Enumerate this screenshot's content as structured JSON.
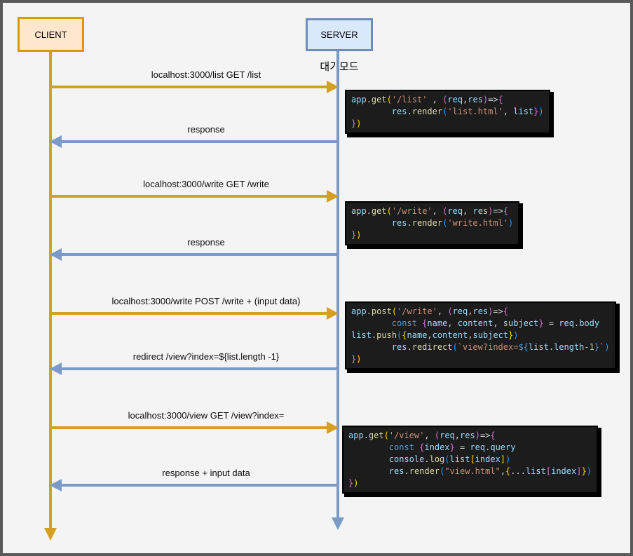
{
  "actors": {
    "client": {
      "label": "CLIENT"
    },
    "server": {
      "label": "SERVER",
      "status": "대기모드"
    }
  },
  "colors": {
    "client_fill": "#FFE6CC",
    "client_border": "#D79B00",
    "server_fill": "#DAE8FC",
    "server_border": "#6C8EBF",
    "arrow_orange": "#D5A021",
    "arrow_blue": "#7A9AC8",
    "code_background": "#1c1c1c",
    "code_variable": "#9CDCFE",
    "code_function": "#DCDCAA",
    "code_keyword": "#569CD6",
    "code_string": "#CE9178"
  },
  "messages": [
    {
      "label": "localhost:3000/list GET /list",
      "direction": "right"
    },
    {
      "label": "response",
      "direction": "left"
    },
    {
      "label": "localhost:3000/write GET /write",
      "direction": "right"
    },
    {
      "label": "response",
      "direction": "left"
    },
    {
      "label": "localhost:3000/write POST /write + (input data)",
      "direction": "right"
    },
    {
      "label": "redirect /view?index=${list.length -1}",
      "direction": "left"
    },
    {
      "label": "localhost:3000/view GET /view?index=",
      "direction": "right"
    },
    {
      "label": "response + input data",
      "direction": "left"
    }
  ],
  "code_blocks": [
    {
      "lines": [
        [
          {
            "t": "app",
            "c": "v"
          },
          {
            "t": ".",
            "c": "p"
          },
          {
            "t": "get",
            "c": "f"
          },
          {
            "t": "(",
            "c": "g"
          },
          {
            "t": "'/list'",
            "c": "s"
          },
          {
            "t": " , ",
            "c": "p"
          },
          {
            "t": "(",
            "c": "m"
          },
          {
            "t": "req",
            "c": "v"
          },
          {
            "t": ",",
            "c": "p"
          },
          {
            "t": "res",
            "c": "v"
          },
          {
            "t": ")",
            "c": "m"
          },
          {
            "t": "=>",
            "c": "p"
          },
          {
            "t": "{",
            "c": "m"
          }
        ],
        [
          {
            "t": "        ",
            "c": "p"
          },
          {
            "t": "res",
            "c": "v"
          },
          {
            "t": ".",
            "c": "p"
          },
          {
            "t": "render",
            "c": "f"
          },
          {
            "t": "(",
            "c": "u"
          },
          {
            "t": "'list.html'",
            "c": "s"
          },
          {
            "t": ", ",
            "c": "p"
          },
          {
            "t": "list",
            "c": "v"
          },
          {
            "t": "}",
            "c": "m"
          },
          {
            "t": ")",
            "c": "u"
          }
        ],
        [
          {
            "t": "}",
            "c": "m"
          },
          {
            "t": ")",
            "c": "g"
          }
        ]
      ]
    },
    {
      "lines": [
        [
          {
            "t": "app",
            "c": "v"
          },
          {
            "t": ".",
            "c": "p"
          },
          {
            "t": "get",
            "c": "f"
          },
          {
            "t": "(",
            "c": "g"
          },
          {
            "t": "'/write'",
            "c": "s"
          },
          {
            "t": ", ",
            "c": "p"
          },
          {
            "t": "(",
            "c": "m"
          },
          {
            "t": "req",
            "c": "v"
          },
          {
            "t": ", ",
            "c": "p"
          },
          {
            "t": "res",
            "c": "v"
          },
          {
            "t": ")",
            "c": "m"
          },
          {
            "t": "=>",
            "c": "p"
          },
          {
            "t": "{",
            "c": "m"
          }
        ],
        [
          {
            "t": "        ",
            "c": "p"
          },
          {
            "t": "res",
            "c": "v"
          },
          {
            "t": ".",
            "c": "p"
          },
          {
            "t": "render",
            "c": "f"
          },
          {
            "t": "(",
            "c": "u"
          },
          {
            "t": "'write.html'",
            "c": "s"
          },
          {
            "t": ")",
            "c": "u"
          }
        ],
        [
          {
            "t": "}",
            "c": "m"
          },
          {
            "t": ")",
            "c": "g"
          }
        ]
      ]
    },
    {
      "lines": [
        [
          {
            "t": "app",
            "c": "v"
          },
          {
            "t": ".",
            "c": "p"
          },
          {
            "t": "post",
            "c": "f"
          },
          {
            "t": "(",
            "c": "g"
          },
          {
            "t": "'/write'",
            "c": "s"
          },
          {
            "t": ", ",
            "c": "p"
          },
          {
            "t": "(",
            "c": "m"
          },
          {
            "t": "req",
            "c": "v"
          },
          {
            "t": ",",
            "c": "p"
          },
          {
            "t": "res",
            "c": "v"
          },
          {
            "t": ")",
            "c": "m"
          },
          {
            "t": "=>",
            "c": "p"
          },
          {
            "t": "{",
            "c": "m"
          }
        ],
        [
          {
            "t": "        ",
            "c": "p"
          },
          {
            "t": "const",
            "c": "k"
          },
          {
            "t": " ",
            "c": "p"
          },
          {
            "t": "{",
            "c": "m"
          },
          {
            "t": "name",
            "c": "v"
          },
          {
            "t": ", ",
            "c": "p"
          },
          {
            "t": "content",
            "c": "v"
          },
          {
            "t": ", ",
            "c": "p"
          },
          {
            "t": "subject",
            "c": "v"
          },
          {
            "t": "}",
            "c": "m"
          },
          {
            "t": " = ",
            "c": "p"
          },
          {
            "t": "req",
            "c": "v"
          },
          {
            "t": ".",
            "c": "p"
          },
          {
            "t": "body",
            "c": "v"
          }
        ],
        [
          {
            "t": "list",
            "c": "v"
          },
          {
            "t": ".",
            "c": "p"
          },
          {
            "t": "push",
            "c": "f"
          },
          {
            "t": "(",
            "c": "u"
          },
          {
            "t": "{",
            "c": "g"
          },
          {
            "t": "name",
            "c": "v"
          },
          {
            "t": ",",
            "c": "p"
          },
          {
            "t": "content",
            "c": "v"
          },
          {
            "t": ",",
            "c": "p"
          },
          {
            "t": "subject",
            "c": "v"
          },
          {
            "t": "}",
            "c": "g"
          },
          {
            "t": ")",
            "c": "u"
          }
        ],
        [
          {
            "t": "        ",
            "c": "p"
          },
          {
            "t": "res",
            "c": "v"
          },
          {
            "t": ".",
            "c": "p"
          },
          {
            "t": "redirect",
            "c": "f"
          },
          {
            "t": "(",
            "c": "u"
          },
          {
            "t": "`view?index=",
            "c": "s"
          },
          {
            "t": "${",
            "c": "k"
          },
          {
            "t": "list",
            "c": "v"
          },
          {
            "t": ".",
            "c": "p"
          },
          {
            "t": "length",
            "c": "v"
          },
          {
            "t": "-",
            "c": "p"
          },
          {
            "t": "1",
            "c": "n"
          },
          {
            "t": "}",
            "c": "k"
          },
          {
            "t": "`",
            "c": "s"
          },
          {
            "t": ")",
            "c": "u"
          }
        ],
        [
          {
            "t": "}",
            "c": "m"
          },
          {
            "t": ")",
            "c": "g"
          }
        ]
      ]
    },
    {
      "lines": [
        [
          {
            "t": "app",
            "c": "v"
          },
          {
            "t": ".",
            "c": "p"
          },
          {
            "t": "get",
            "c": "f"
          },
          {
            "t": "(",
            "c": "g"
          },
          {
            "t": "'/view'",
            "c": "s"
          },
          {
            "t": ", ",
            "c": "p"
          },
          {
            "t": "(",
            "c": "m"
          },
          {
            "t": "req",
            "c": "v"
          },
          {
            "t": ",",
            "c": "p"
          },
          {
            "t": "res",
            "c": "v"
          },
          {
            "t": ")",
            "c": "m"
          },
          {
            "t": "=>",
            "c": "p"
          },
          {
            "t": "{",
            "c": "m"
          }
        ],
        [
          {
            "t": "        ",
            "c": "p"
          },
          {
            "t": "const",
            "c": "k"
          },
          {
            "t": " ",
            "c": "p"
          },
          {
            "t": "{",
            "c": "m"
          },
          {
            "t": "index",
            "c": "v"
          },
          {
            "t": "}",
            "c": "m"
          },
          {
            "t": " = ",
            "c": "p"
          },
          {
            "t": "req",
            "c": "v"
          },
          {
            "t": ".",
            "c": "p"
          },
          {
            "t": "query",
            "c": "v"
          }
        ],
        [
          {
            "t": "        ",
            "c": "p"
          },
          {
            "t": "console",
            "c": "v"
          },
          {
            "t": ".",
            "c": "p"
          },
          {
            "t": "log",
            "c": "f"
          },
          {
            "t": "(",
            "c": "u"
          },
          {
            "t": "list",
            "c": "v"
          },
          {
            "t": "[",
            "c": "g"
          },
          {
            "t": "index",
            "c": "v"
          },
          {
            "t": "]",
            "c": "g"
          },
          {
            "t": ")",
            "c": "u"
          }
        ],
        [
          {
            "t": "        ",
            "c": "p"
          },
          {
            "t": "res",
            "c": "v"
          },
          {
            "t": ".",
            "c": "p"
          },
          {
            "t": "render",
            "c": "f"
          },
          {
            "t": "(",
            "c": "u"
          },
          {
            "t": "\"view.html\"",
            "c": "s"
          },
          {
            "t": ",",
            "c": "p"
          },
          {
            "t": "{",
            "c": "g"
          },
          {
            "t": "...",
            "c": "p"
          },
          {
            "t": "list",
            "c": "v"
          },
          {
            "t": "[",
            "c": "m"
          },
          {
            "t": "index",
            "c": "v"
          },
          {
            "t": "]",
            "c": "m"
          },
          {
            "t": "}",
            "c": "g"
          },
          {
            "t": ")",
            "c": "u"
          }
        ],
        [
          {
            "t": "}",
            "c": "m"
          },
          {
            "t": ")",
            "c": "g"
          }
        ]
      ]
    }
  ]
}
